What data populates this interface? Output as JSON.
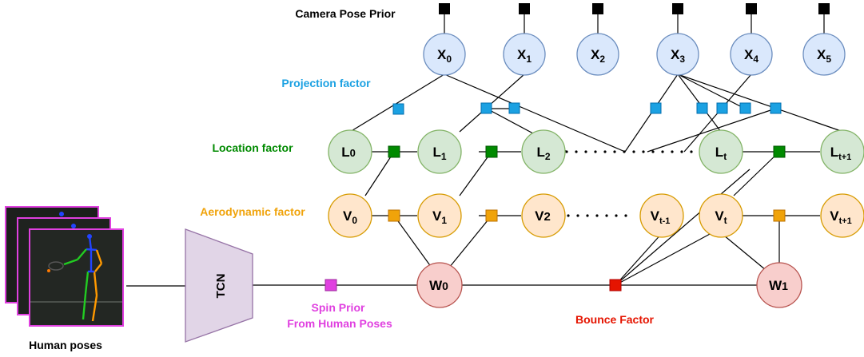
{
  "colors": {
    "camera_fill": "#dae8fc",
    "camera_stroke": "#6c8ebf",
    "location_fill": "#d5e8d4",
    "location_stroke": "#82b366",
    "velocity_fill": "#ffe6cc",
    "velocity_stroke": "#d79b00",
    "spin_fill": "#f8cecc",
    "spin_stroke": "#b85450",
    "tcn_fill": "#e1d5e7",
    "tcn_stroke": "#9673a6",
    "projection_factor": "#1ba1e2",
    "location_factor": "#008a00",
    "aero_factor": "#f0a30a",
    "spin_factor": "#e040e0",
    "bounce_factor": "#e51400"
  },
  "labels": {
    "camera_pose_prior": "Camera Pose Prior",
    "projection_factor": "Projection factor",
    "location_factor": "Location factor",
    "aerodynamic_factor": "Aerodynamic factor",
    "spin_prior_line1": "Spin Prior",
    "spin_prior_line2": "From Human Poses",
    "bounce_factor": "Bounce Factor",
    "human_poses": "Human poses",
    "tcn": "TCN"
  },
  "nodes": {
    "camera": [
      {
        "base": "X",
        "sub": "0"
      },
      {
        "base": "X",
        "sub": "1"
      },
      {
        "base": "X",
        "sub": "2"
      },
      {
        "base": "X",
        "sub": "3"
      },
      {
        "base": "X",
        "sub": "4"
      },
      {
        "base": "X",
        "sub": "5"
      }
    ],
    "location": [
      {
        "base": "L",
        "sub": "0"
      },
      {
        "base": "L",
        "sub": "1"
      },
      {
        "base": "L",
        "sub": "2"
      },
      {
        "base": "L",
        "sub": "t"
      },
      {
        "base": "L",
        "sub": "t+1"
      }
    ],
    "velocity": [
      {
        "base": "V",
        "sub": "0"
      },
      {
        "base": "V",
        "sub": "1"
      },
      {
        "base": "V",
        "sub": "2"
      },
      {
        "base": "V",
        "sub": "t-1"
      },
      {
        "base": "V",
        "sub": "t"
      },
      {
        "base": "V",
        "sub": "t+1"
      }
    ],
    "spin": [
      {
        "base": "W",
        "sub": "0"
      },
      {
        "base": "W",
        "sub": "1"
      }
    ]
  },
  "icons": {
    "human_pose_frames": "stacked-video-frames-with-skeleton-icon"
  }
}
